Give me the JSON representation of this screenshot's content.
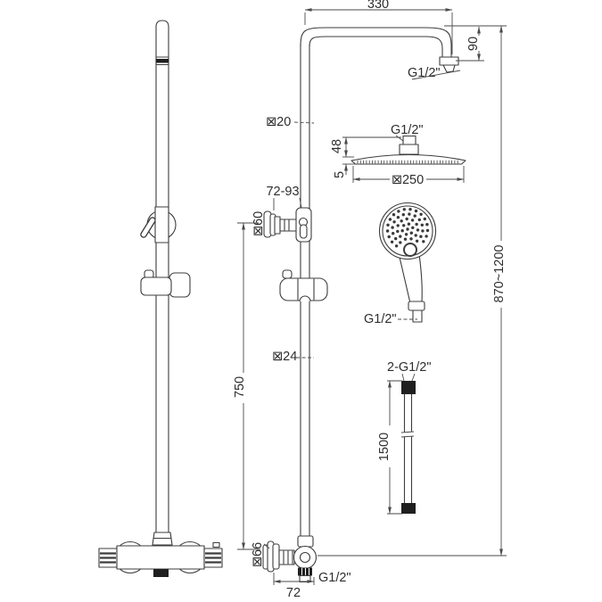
{
  "drawing": {
    "title": "shower-column-technical-drawing",
    "labels": {
      "arm_length": "330",
      "arm_height": "90",
      "arm_connection": "G1/2\"",
      "rail_upper_diameter": "⊠20",
      "head_connection": "G1/2\"",
      "head_connector_height": "48",
      "head_edge_thickness": "5",
      "head_diameter": "⊠250",
      "bracket_adjust_range": "72-93",
      "bracket_flange_diameter": "⊠60",
      "rail_length": "750",
      "rail_lower_diameter": "⊠24",
      "overall_height": "870~1200",
      "handshower_connection": "G1/2\"",
      "hose_connections": "2-G1/2\"",
      "hose_length": "1500",
      "valve_flange_diameter": "⊠66",
      "valve_outlet_connection": "G1/2\"",
      "valve_wall_offset": "72"
    }
  }
}
